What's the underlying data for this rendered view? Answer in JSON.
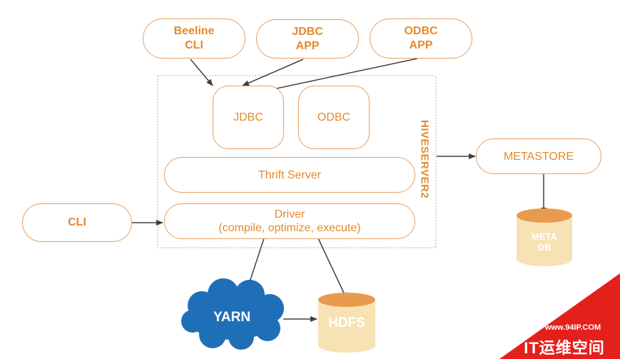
{
  "clients": {
    "beeline": [
      "Beeline",
      "CLI"
    ],
    "jdbc_app": [
      "JDBC",
      "APP"
    ],
    "odbc_app": [
      "ODBC",
      "APP"
    ]
  },
  "hiveserver2": {
    "title": "HIVESERVER2",
    "jdbc": "JDBC",
    "odbc": "ODBC",
    "thrift": "Thrift Server",
    "driver": [
      "Driver",
      "(compile, optimize, execute)"
    ]
  },
  "cli": "CLI",
  "metastore": "METASTORE",
  "metadb": [
    "META",
    "DB"
  ],
  "yarn": "YARN",
  "hdfs": "HDFS",
  "watermark": {
    "url": "www.94IP.COM",
    "title": "IT运维空间"
  },
  "colors": {
    "accent": "#E38A2E",
    "border": "#E8A063",
    "cylinder_top": "#E89A4E",
    "cylinder_body": "#F7E2B4",
    "yarn_cloud": "#1F6FB8",
    "watermark_red": "#E4201C",
    "arrow": "#404040"
  }
}
